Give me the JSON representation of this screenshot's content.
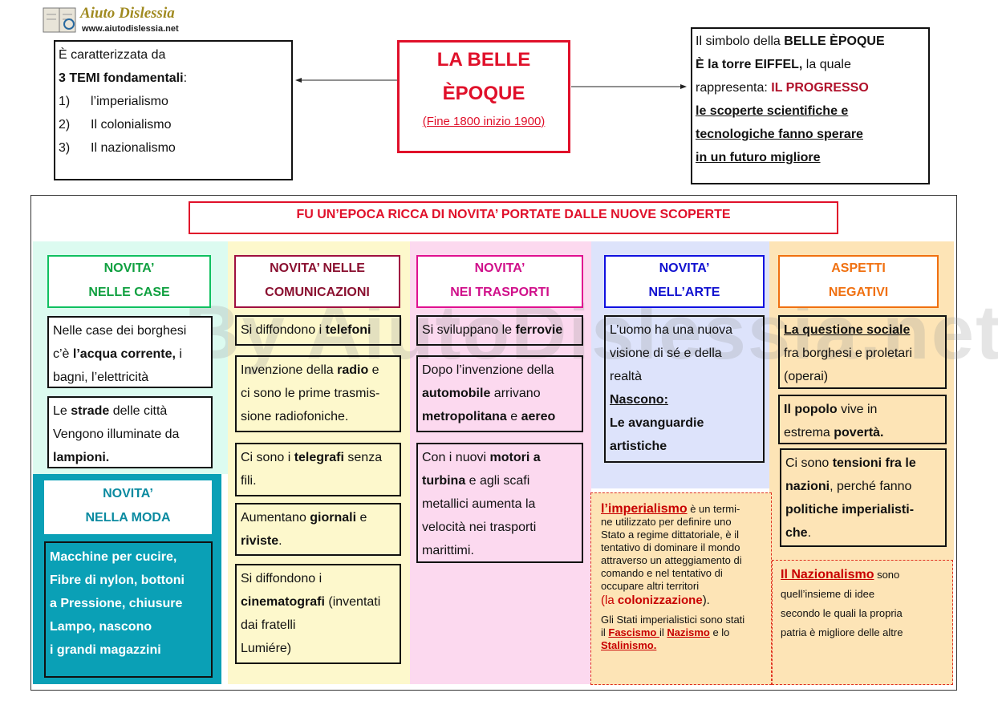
{
  "logo": {
    "name": "Aiuto Dislessia",
    "url": "www.aiutodislessia.net"
  },
  "left_box": {
    "line1": "È caratterizzata da",
    "line2_bold": "3 TEMI fondamentali",
    "line2_rest": ":",
    "items": [
      {
        "num": "1)",
        "text": "l’imperialismo"
      },
      {
        "num": "2)",
        "text": "Il colonialismo"
      },
      {
        "num": "3)",
        "text": "Il nazionalismo"
      }
    ]
  },
  "center_box": {
    "title1": "LA BELLE",
    "title2": "ÈPOQUE",
    "subtitle": "(Fine 1800 inizio 1900)"
  },
  "right_box": {
    "l1a": "Il simbolo della ",
    "l1b": "BELLE  ÈPOQUE",
    "l2a": "È la torre EIFFEL,",
    "l2b": " la quale",
    "l3a": "rappresenta: ",
    "l3b": "IL PROGRESSO",
    "l4": "le scoperte scientifiche e",
    "l5": "tecnologiche  fanno sperare",
    "l6": "in un futuro migliore"
  },
  "banner": "FU UN’EPOCA  RICCA  DI NOVITA’ PORTATE DALLE NUOVE SCOPERTE",
  "watermark": "By AiutoDislessia.net",
  "col1": {
    "head1": "NOVITA’",
    "head2": "NELLE CASE",
    "c1a": "Nelle case dei borghesi",
    "c1b": "c’è ",
    "c1c": "l’acqua corrente,",
    "c1d": " i",
    "c1e": "bagni, l’elettricità",
    "c2a": "Le ",
    "c2b": "strade",
    "c2c": " delle città",
    "c2d": "Vengono  illuminate da",
    "c2e": "lampioni."
  },
  "moda": {
    "head1": "NOVITA’",
    "head2": "NELLA MODA",
    "lines": [
      "Macchine per cucire,",
      "Fibre di nylon, bottoni",
      "a Pressione, chiusure",
      "Lampo, nascono",
      "i grandi magazzini"
    ]
  },
  "col2": {
    "head1": "NOVITA’ NELLE",
    "head2": "COMUNICAZIONI",
    "c1a": "Si diffondono i ",
    "c1b": "telefoni",
    "c2a": "Invenzione della ",
    "c2b": "radio",
    "c2c": " e",
    "c2d": "ci sono le prime trasmis-",
    "c2e": "sione radiofoniche.",
    "c3a": "Ci sono i ",
    "c3b": "telegrafi",
    "c3c": " senza",
    "c3d": "fili.",
    "c4a": "Aumentano ",
    "c4b": "giornali",
    "c4c": " e",
    "c4d": "riviste",
    "c4e": ".",
    "c5a": "Si diffondono i",
    "c5b": "cinematografi",
    "c5c": " (inventati",
    "c5d": "dai fratelli",
    "c5e": "Lumiére)"
  },
  "col3": {
    "head1": "NOVITA’",
    "head2": "NEI TRASPORTI",
    "c1a": "Si sviluppano le ",
    "c1b": "ferrovie",
    "c2a": "Dopo l’invenzione della",
    "c2b": "automobile",
    "c2c": " arrivano",
    "c2d": "metropolitana",
    "c2e": " e ",
    "c2f": "aereo",
    "c3a": "Con i nuovi ",
    "c3b": "motori a",
    "c3c": "turbina",
    "c3d": " e agli scafi",
    "c3e": "metallici aumenta la",
    "c3f": "velocità nei trasporti",
    "c3g": "marittimi."
  },
  "col4": {
    "head1": "NOVITA’",
    "head2": "NELL’ARTE",
    "c1a": "L’uomo ha una nuova",
    "c1b": "visione di sé e della",
    "c1c": "realtà",
    "c1d": "Nascono:",
    "c1e": "Le avanguardie",
    "c1f": "artistiche"
  },
  "col5": {
    "head1": "ASPETTI",
    "head2": "NEGATIVI",
    "c1a": "La questione sociale",
    "c1b": "fra borghesi e proletari",
    "c1c": "(operai)",
    "c2a": "Il popolo",
    "c2b": " vive in",
    "c2c": "estrema ",
    "c2d": "povertà.",
    "c3a": "Ci sono ",
    "c3b": "tensioni fra le",
    "c3c": "nazioni",
    "c3d": ", perché fanno",
    "c3e": "politiche imperialisti-",
    "c3f": "che",
    "c3g": "."
  },
  "imperialismo_note": {
    "term": "l’imperialismo",
    "def1": " è un termi-",
    "lines": [
      "ne utilizzato per definire uno",
      "Stato a regime dittatoriale, è il",
      "tentativo di dominare il mondo",
      "attraverso un atteggiamento di",
      "comando e nel tentativo di",
      "occupare altri territori"
    ],
    "colon_a": "(la ",
    "colon_b": "colonizzazione",
    "colon_c": ").",
    "stati1": "Gli Stati imperialistici sono stati",
    "stati2a": "il ",
    "fascismo": "Fascismo ",
    "stati2b": " il ",
    "nazismo": "Nazismo",
    "stati2c": " e lo",
    "stalinismo": "Stalinismo."
  },
  "nazionalismo_note": {
    "term": "Il Nazionalismo",
    "rest": " sono",
    "lines": [
      "quell’insieme di idee",
      "secondo le quali la propria",
      "patria è migliore delle altre"
    ]
  }
}
